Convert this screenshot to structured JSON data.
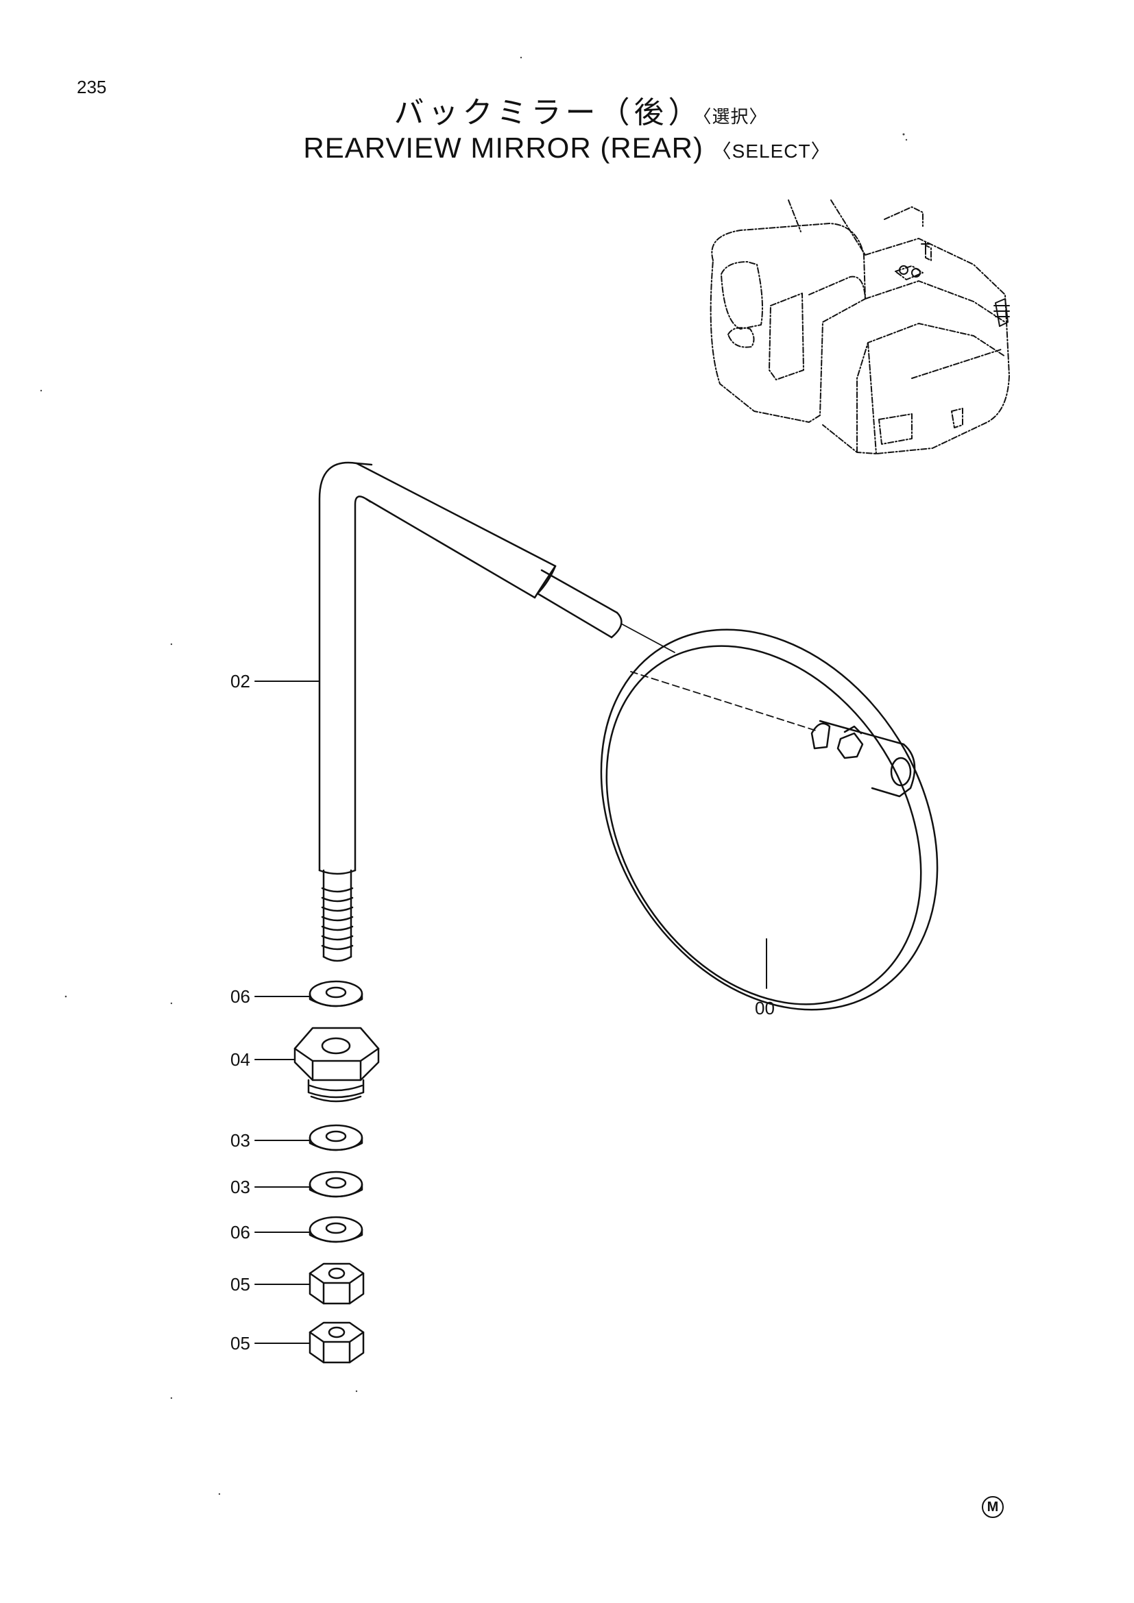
{
  "page_number": "235",
  "title": {
    "japanese": "バックミラー（後）",
    "japanese_suffix": "〈選択〉",
    "english": "REARVIEW MIRROR (REAR)",
    "english_suffix": "〈SELECT〉"
  },
  "callouts": [
    {
      "id": "c-02",
      "label": "02",
      "part": "mirror-stay"
    },
    {
      "id": "c-06a",
      "label": "06",
      "part": "washer-top"
    },
    {
      "id": "c-04",
      "label": "04",
      "part": "hex-bushing"
    },
    {
      "id": "c-03a",
      "label": "03",
      "part": "washer-1"
    },
    {
      "id": "c-03b",
      "label": "03",
      "part": "washer-2"
    },
    {
      "id": "c-06b",
      "label": "06",
      "part": "washer-bottom"
    },
    {
      "id": "c-05a",
      "label": "05",
      "part": "hex-nut-1"
    },
    {
      "id": "c-05b",
      "label": "05",
      "part": "hex-nut-2"
    },
    {
      "id": "c-00",
      "label": "00",
      "part": "mirror-assembly"
    }
  ],
  "footer_mark": "M"
}
